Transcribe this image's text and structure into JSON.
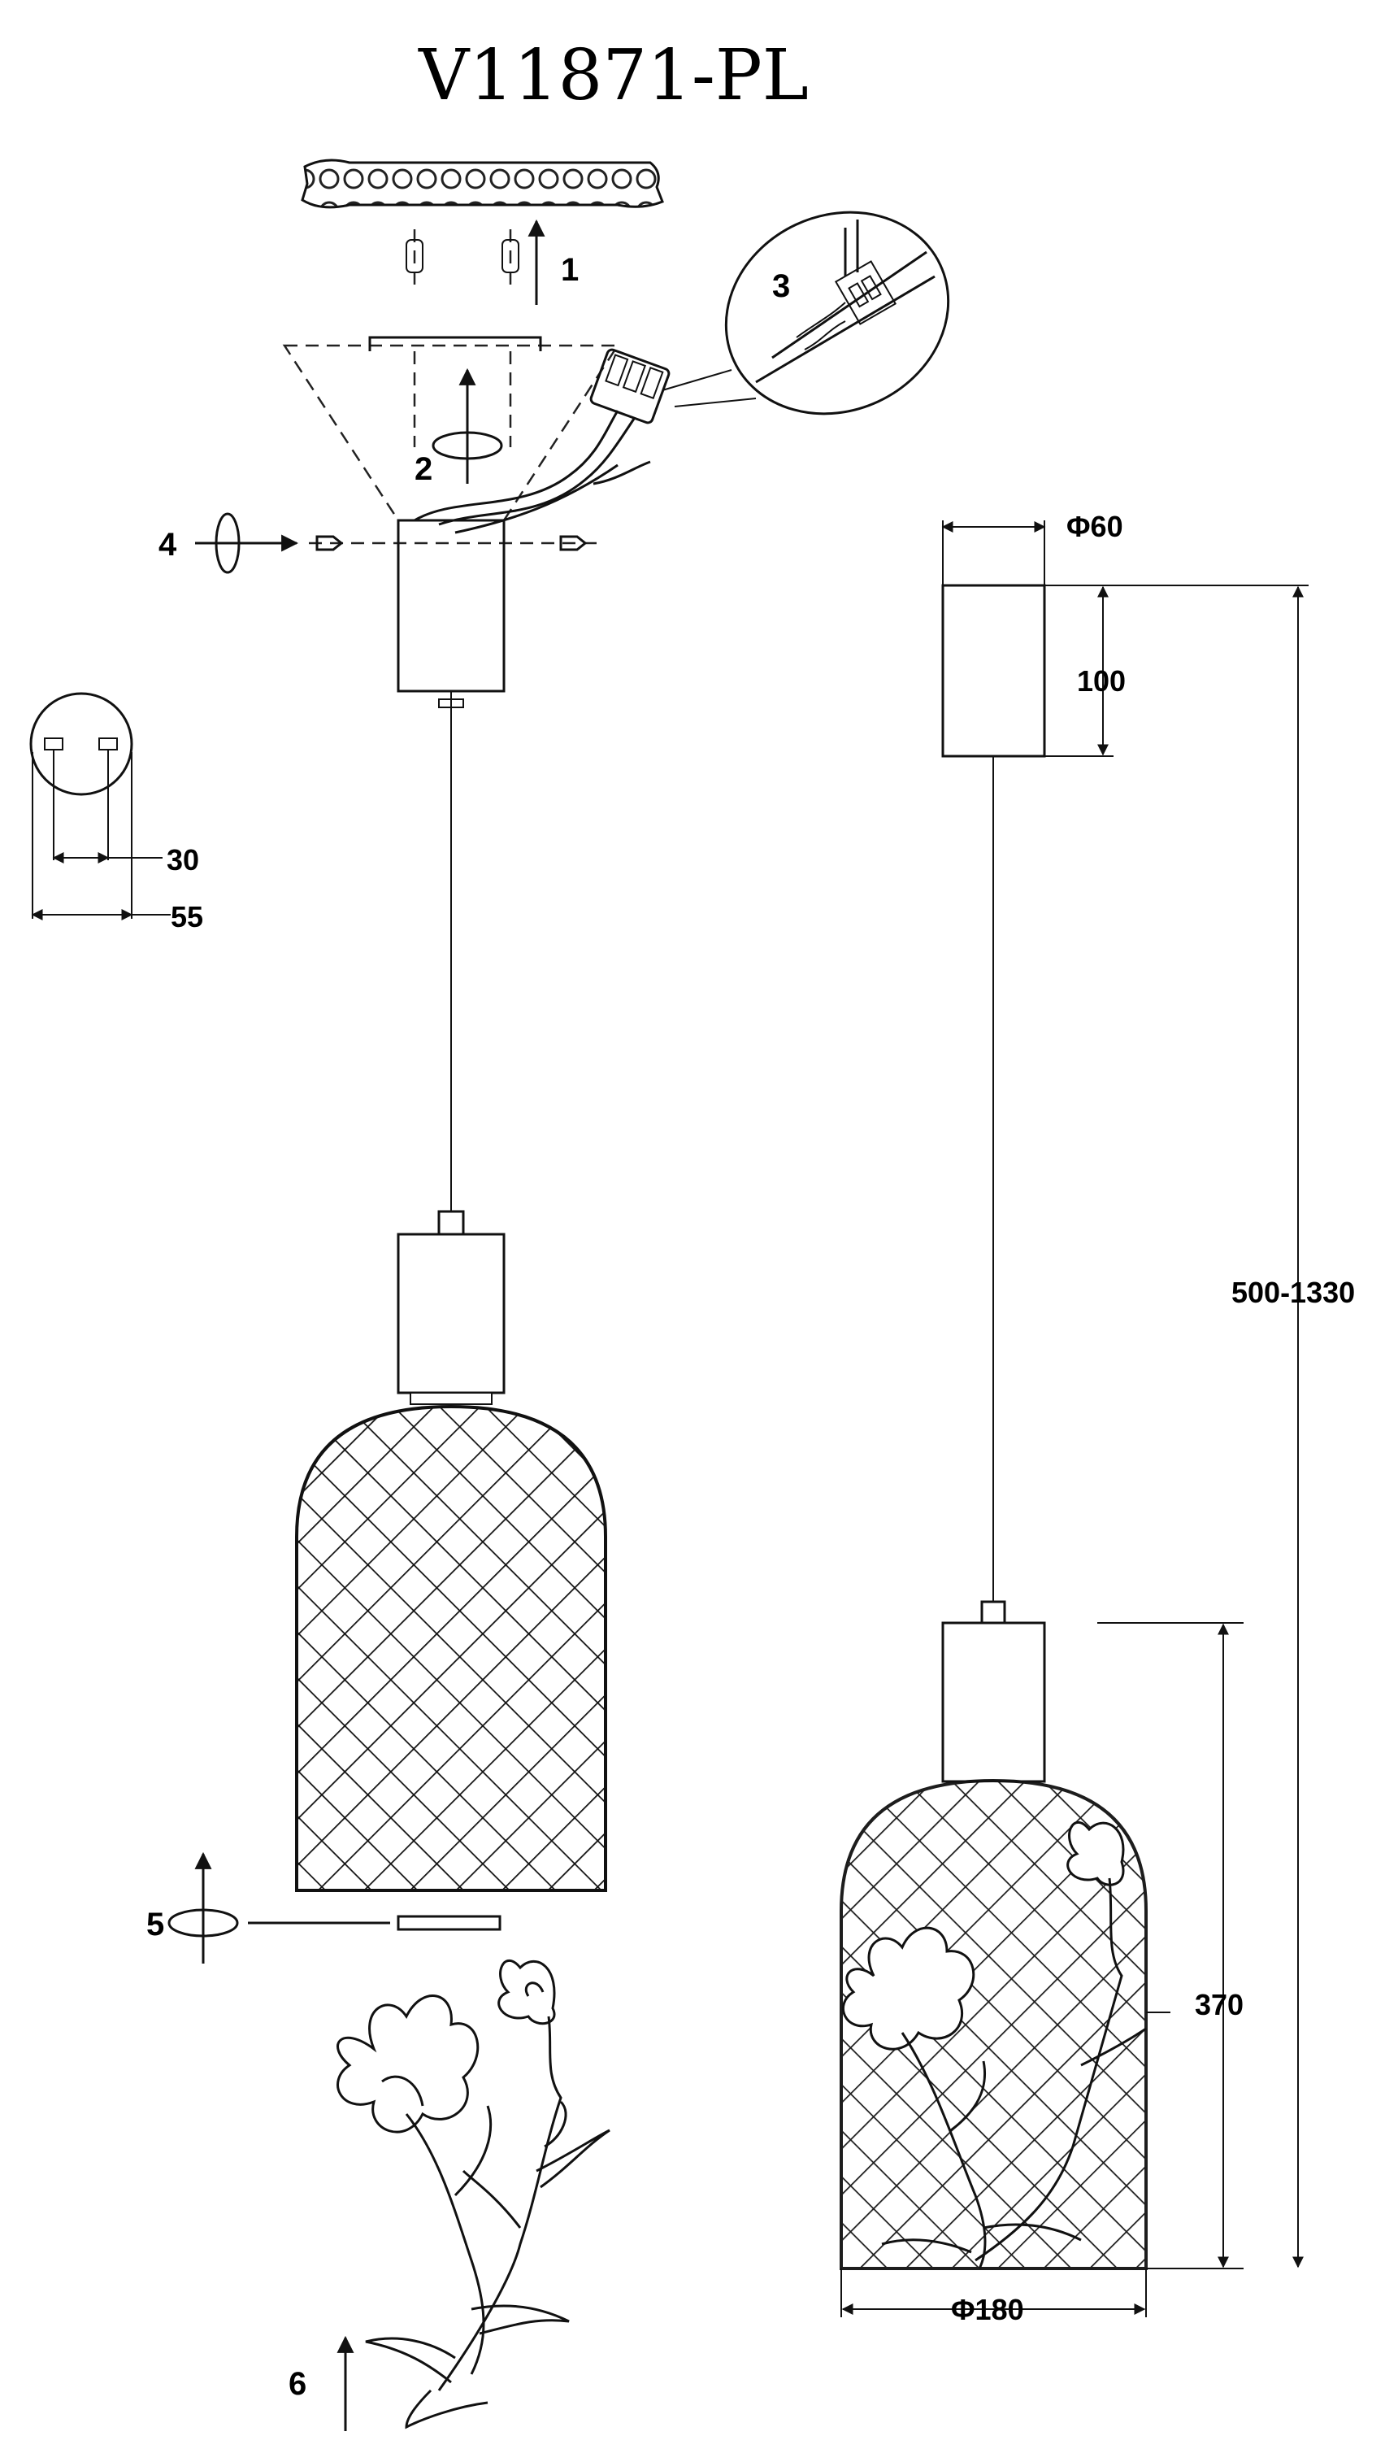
{
  "title": "V11871-PL",
  "steps": [
    "1",
    "2",
    "3",
    "4",
    "5",
    "6"
  ],
  "dimensions": {
    "canopy_diameter": "Φ60",
    "canopy_height": "100",
    "bracket_hole_spacing": "30",
    "bracket_width": "55",
    "total_height": "500-1330",
    "shade_height": "370",
    "shade_diameter": "Φ180"
  }
}
